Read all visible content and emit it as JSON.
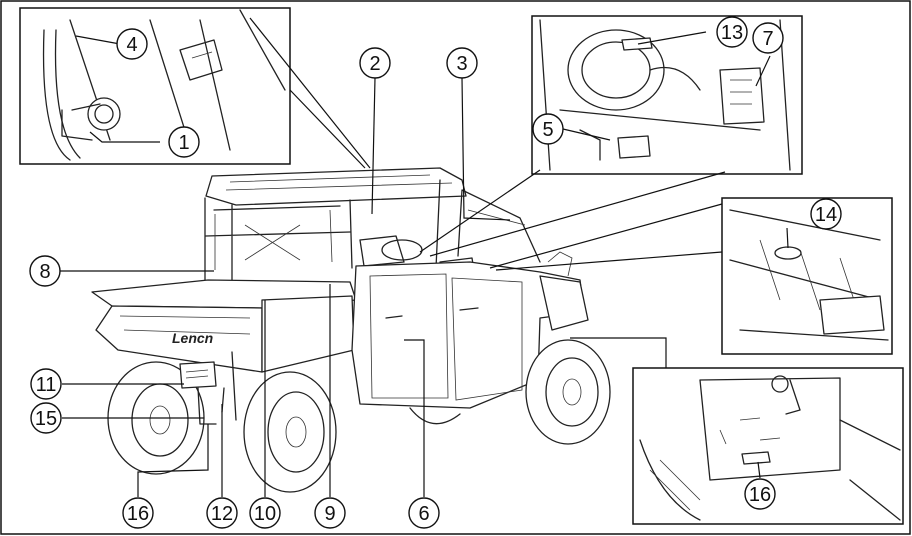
{
  "callouts": [
    {
      "id": "c1",
      "label": "1"
    },
    {
      "id": "c2",
      "label": "2"
    },
    {
      "id": "c3",
      "label": "3"
    },
    {
      "id": "c4",
      "label": "4"
    },
    {
      "id": "c5",
      "label": "5"
    },
    {
      "id": "c6",
      "label": "6"
    },
    {
      "id": "c7",
      "label": "7"
    },
    {
      "id": "c8",
      "label": "8"
    },
    {
      "id": "c9",
      "label": "9"
    },
    {
      "id": "c10",
      "label": "10"
    },
    {
      "id": "c11",
      "label": "11"
    },
    {
      "id": "c12",
      "label": "12"
    },
    {
      "id": "c13",
      "label": "13"
    },
    {
      "id": "c14",
      "label": "14"
    },
    {
      "id": "c15",
      "label": "15"
    },
    {
      "id": "c16a",
      "label": "16"
    },
    {
      "id": "c16b",
      "label": "16"
    }
  ],
  "brand_logo_text": "Lencn"
}
